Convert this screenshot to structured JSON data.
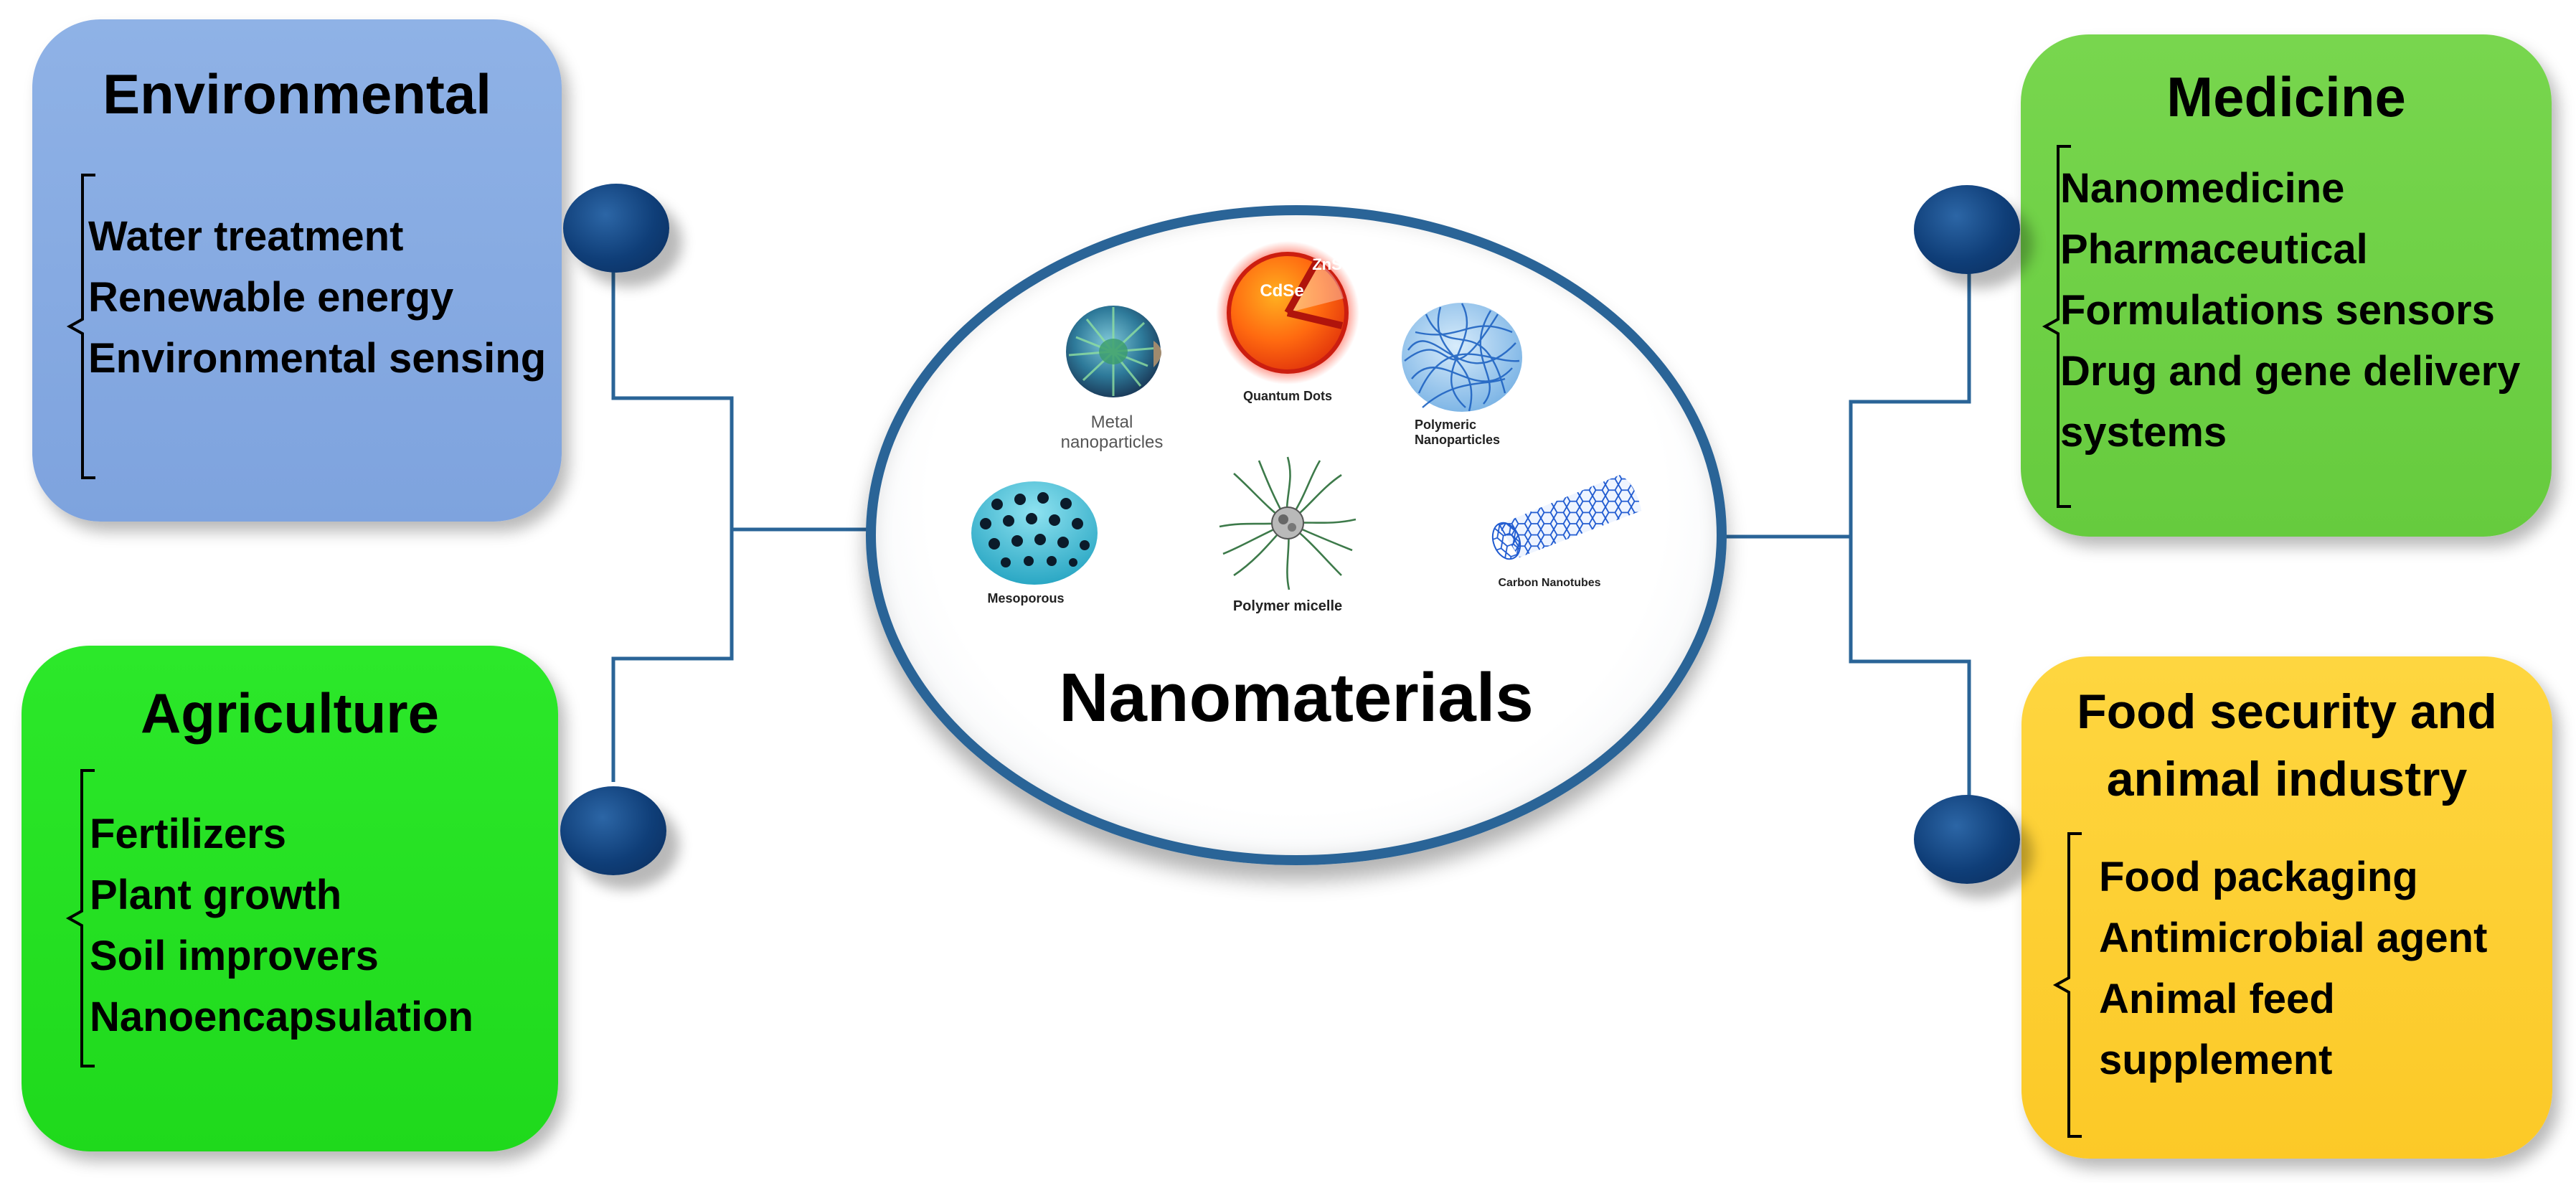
{
  "center": {
    "title": "Nanomaterials",
    "illustrations": {
      "metal": "Metal nanoparticles",
      "quantum": "Quantum Dots",
      "zns": "ZnS",
      "cdse": "CdSe",
      "polymeric": "Polymeric Nanoparticles",
      "mesoporous": "Mesoporous",
      "micelle": "Polymer micelle",
      "nanotubes": "Carbon Nanotubes"
    }
  },
  "categories": {
    "environmental": {
      "title": "Environmental",
      "color": "#86abe2",
      "items": [
        "Water treatment",
        "Renewable energy",
        "Environmental sensing"
      ]
    },
    "medicine": {
      "title": "Medicine",
      "color": "#6ecf45",
      "items": [
        "Nanomedicine",
        "Pharmaceutical",
        "Formulations sensors",
        "Drug and gene delivery",
        "systems"
      ]
    },
    "agriculture": {
      "title": "Agriculture",
      "color": "#22e021",
      "items": [
        "Fertilizers",
        "Plant growth",
        "Soil improvers",
        "Nanoencapsulation"
      ]
    },
    "food": {
      "title_line1": "Food security and",
      "title_line2": "animal industry",
      "color": "#fdcf2f",
      "items": [
        "Food packaging",
        "Antimicrobial agent",
        "Animal feed",
        "supplement"
      ]
    }
  },
  "colors": {
    "connector": "#2a6497",
    "node": "#0f3e78",
    "ring": "#2a6497"
  }
}
